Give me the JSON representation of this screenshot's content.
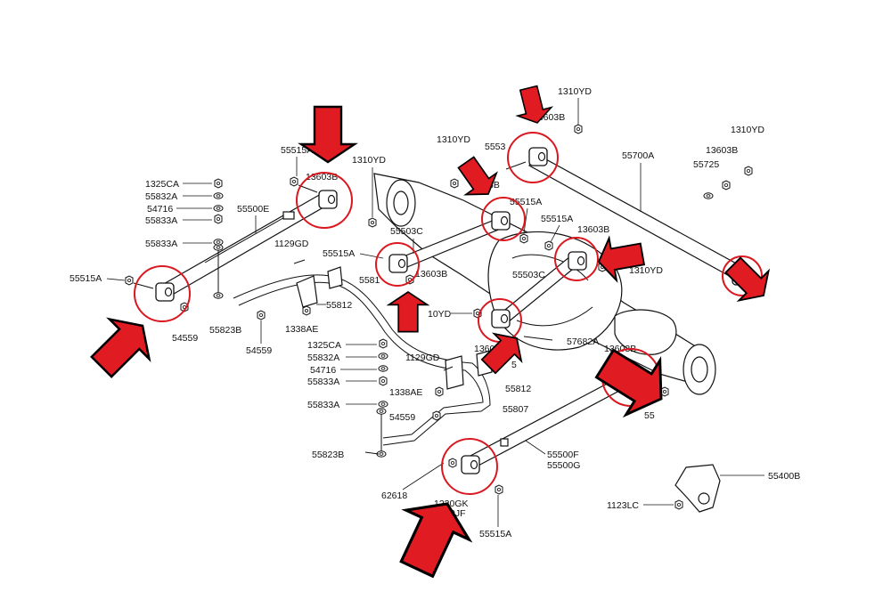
{
  "colors": {
    "highlight": "#d9181f",
    "arrow_fill": "#e01b22",
    "arrow_outline": "#000000",
    "line": "#111111"
  },
  "labels": {
    "l1310yd_top": "1310YD",
    "l13603b_top": "13603B",
    "l1310yd_mid": "1310YD",
    "l5553x": "5553",
    "l55700a": "55700A",
    "l1310yd_right": "1310YD",
    "l13603b_right": "13603B",
    "l55725": "55725",
    "l55515a_tl": "55515A",
    "l13603b_tl": "13603B",
    "l1310yd_tl": "1310YD",
    "l1325ca_a": "1325CA",
    "l55832a_a": "55832A",
    "l54716_a": "54716",
    "l55833a_a1": "55833A",
    "l55833a_a2": "55833A",
    "l55500e": "55500E",
    "l1129gd_a": "1129GD",
    "l55515a_left": "55515A",
    "l55503c_a": "55503C",
    "l13603b_c": "13603B",
    "l55515a_c": "55515A",
    "l55515a_d": "55515A",
    "l55515a_e": "55515A",
    "l13603b_d": "13603B",
    "l1310yd_d": "1310YD",
    "l55503c_b": "55503C",
    "l5581x": "5581",
    "l55812_a": "55812",
    "l1338ae_a": "1338AE",
    "l55823b_a": "55823B",
    "l54559_a": "54559",
    "l54559_b": "54559",
    "l10yd": "10YD",
    "l13603b_e": "13603B",
    "l57682a": "57682A",
    "l13603b_f": "13603B",
    "l1325ca_b": "1325CA",
    "l55832a_b": "55832A",
    "l54716_b": "54716",
    "l55833a_b1": "55833A",
    "l55833a_b2": "55833A",
    "l1129gd_b": "1129GD",
    "l55812_b": "55812",
    "l1338ae_b": "1338AE",
    "l54559_c": "54559",
    "l55807": "55807",
    "l55823b_b": "55823B",
    "l62618": "62618",
    "l55500f": "55500F",
    "l55500g": "55500G",
    "l1220gk": "1220GK",
    "l1220jf": "0JF",
    "l55515a_bot": "55515A",
    "l55400b": "55400B",
    "l1123lc": "1123LC",
    "l55x": "55",
    "l3b": "3B",
    "l5x": "5"
  }
}
